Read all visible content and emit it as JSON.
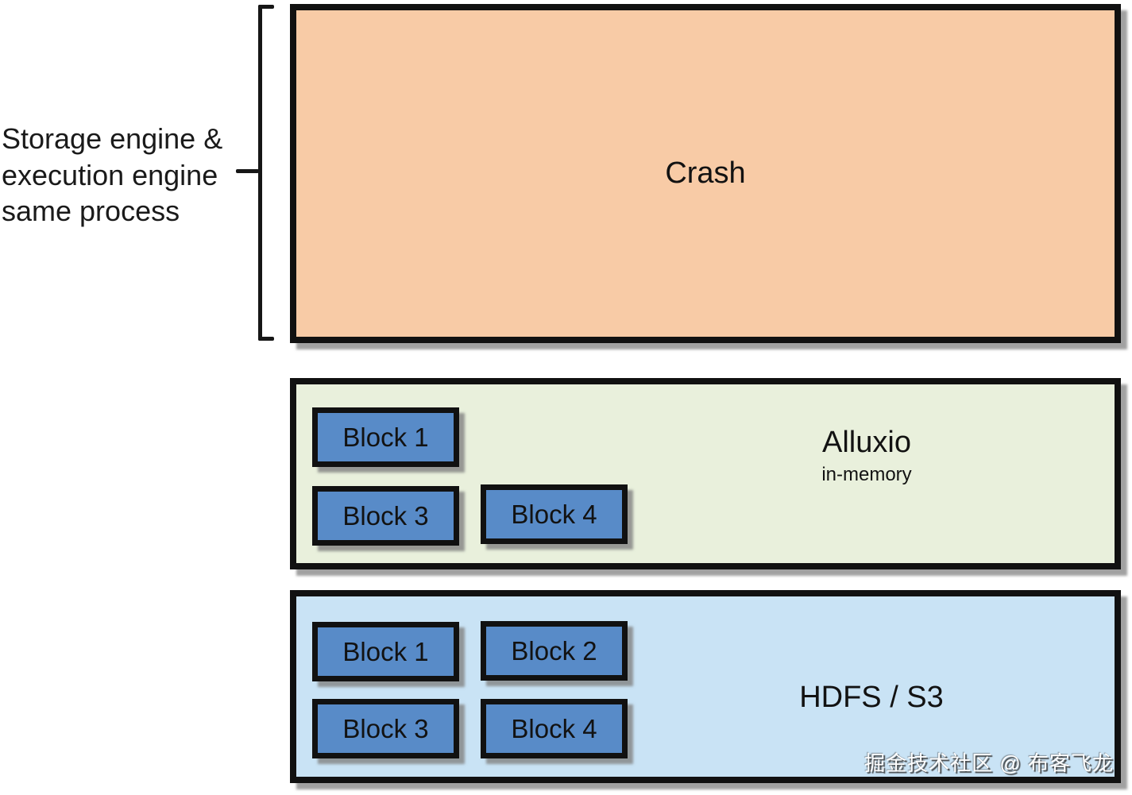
{
  "side_annotation": {
    "text": "Storage engine &\nexecution engine\nsame process"
  },
  "colors": {
    "crash_fill": "#F8CBA6",
    "alluxio_fill": "#E9F0DC",
    "hdfs_fill": "#C9E3F5",
    "block_fill": "#588BC8",
    "border": "#111111"
  },
  "layers": {
    "crash": {
      "label": "Crash"
    },
    "alluxio": {
      "title": "Alluxio",
      "subtitle": "in-memory",
      "blocks": [
        {
          "label": "Block 1"
        },
        {
          "label": "Block 3"
        },
        {
          "label": "Block 4"
        }
      ]
    },
    "hdfs": {
      "title": "HDFS / S3",
      "blocks": [
        {
          "label": "Block 1"
        },
        {
          "label": "Block 2"
        },
        {
          "label": "Block 3"
        },
        {
          "label": "Block 4"
        }
      ]
    }
  },
  "watermark": {
    "text": "掘金技术社区 @ 布客飞龙"
  }
}
